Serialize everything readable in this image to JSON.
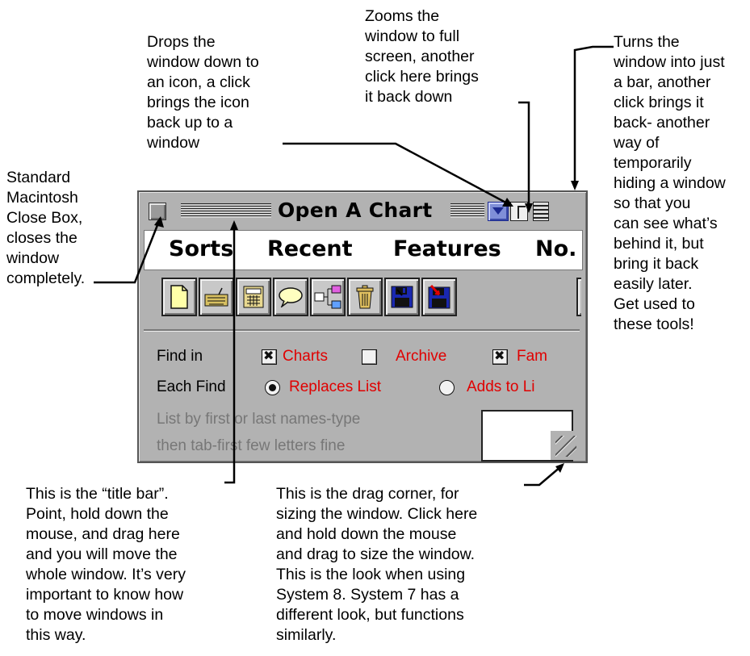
{
  "annotations": {
    "collapse": [
      "Drops the",
      "window down to",
      "an icon, a click",
      "brings the icon",
      "back up to a",
      "window"
    ],
    "zoom": [
      "Zooms the",
      "window to full",
      "screen, another",
      "click here brings",
      "it back down"
    ],
    "shade": [
      "Turns the",
      "window into just",
      "a bar, another",
      "click brings it",
      "back- another",
      "way of",
      "temporarily",
      "hiding a window",
      "so that you",
      "can see what’s",
      "behind it, but",
      "bring it back",
      "easily later.",
      "Get used to",
      "these tools!"
    ],
    "close": [
      "Standard",
      "Macintosh",
      "Close Box,",
      "closes the",
      "window",
      "completely."
    ],
    "titlebar": [
      "This is the “title bar”.",
      "Point, hold down the",
      "mouse, and drag here",
      "and you will move the",
      "whole window. It’s very",
      "important to know how",
      "to move windows in",
      "this way."
    ],
    "grow": [
      "This is the drag corner, for",
      "sizing the window. Click here",
      "and hold down the mouse",
      "and drag to size the window.",
      "This is the look when using",
      "System 8. System 7 has a",
      "different look, but functions",
      "similarly."
    ]
  },
  "window": {
    "title": "Open A Chart",
    "menu": [
      "Sorts",
      "Recent",
      "Features",
      "No."
    ],
    "toolbar_icons": [
      "new-document-icon",
      "keyboard-icon",
      "calculator-icon",
      "speech-bubble-icon",
      "flowchart-icon",
      "trash-icon",
      "save-disk-icon",
      "save-as-disk-icon"
    ],
    "find_in": {
      "label": "Find in",
      "options": [
        {
          "label": "Charts",
          "checked": true
        },
        {
          "label": "Archive",
          "checked": false
        },
        {
          "label": "Fam",
          "checked": true
        }
      ]
    },
    "each_find": {
      "label": "Each Find",
      "options": [
        {
          "label": "Replaces List",
          "selected": true
        },
        {
          "label": "Adds to Li",
          "selected": false
        }
      ]
    },
    "hint_lines": [
      "List by first or last names-type",
      "then tab-first few letters fine"
    ]
  },
  "colors": {
    "window_bg": "#b2b2b2",
    "option_text": "#e00000",
    "collapse_button": "#7f8fd8"
  }
}
